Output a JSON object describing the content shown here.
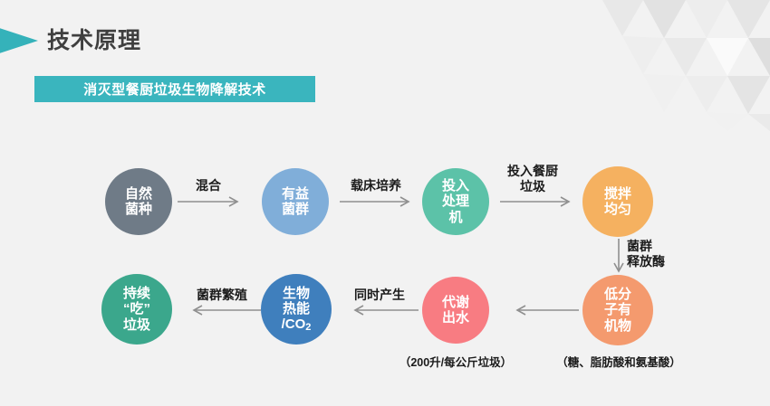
{
  "header": {
    "title": "技术原理",
    "subtitle": "消灭型餐厨垃圾生物降解技术",
    "arrow_icon": "triangle-right-icon",
    "accent_color": "#3ab5be",
    "title_color": "#3f3f3f"
  },
  "diagram": {
    "nodes": [
      {
        "id": "natural-strain",
        "label": "自然\n菌种",
        "color": "#6f7b87"
      },
      {
        "id": "beneficial-flora",
        "label": "有益\n菌群",
        "color": "#80aed9"
      },
      {
        "id": "into-processor",
        "label": "投入\n处理\n机",
        "color": "#5cc2a8"
      },
      {
        "id": "stir-evenly",
        "label": "搅拌\n均匀",
        "color": "#f5b160"
      },
      {
        "id": "low-molecular",
        "label": "低分\n子有\n机物",
        "color": "#f49a6e"
      },
      {
        "id": "metabolic-water",
        "label": "代谢\n出水",
        "color": "#f87c82"
      },
      {
        "id": "bio-heat-co2",
        "label": "生物\n热能\n/CO",
        "label_sub": "2",
        "color": "#3f7fbd"
      },
      {
        "id": "continuous-eat",
        "label": "持续\n“吃”\n垃圾",
        "color": "#3ba78c"
      }
    ],
    "arrow_labels": [
      {
        "id": "mix",
        "text": "混合"
      },
      {
        "id": "carrier-cultivation",
        "text": "载床培养"
      },
      {
        "id": "add-kitchen-waste",
        "text": "投入餐厨\n垃圾"
      },
      {
        "id": "flora-release-enzyme",
        "text": "菌群\n释放酶"
      },
      {
        "id": "simultaneous",
        "text": "同时产生"
      },
      {
        "id": "flora-propagation",
        "text": "菌群繁殖"
      }
    ],
    "notes": [
      {
        "id": "metabolic-water-note",
        "text": "（200升/每公斤垃圾）"
      },
      {
        "id": "low-molecular-note",
        "text": "（糖、脂肪酸和氨基酸）"
      }
    ]
  }
}
